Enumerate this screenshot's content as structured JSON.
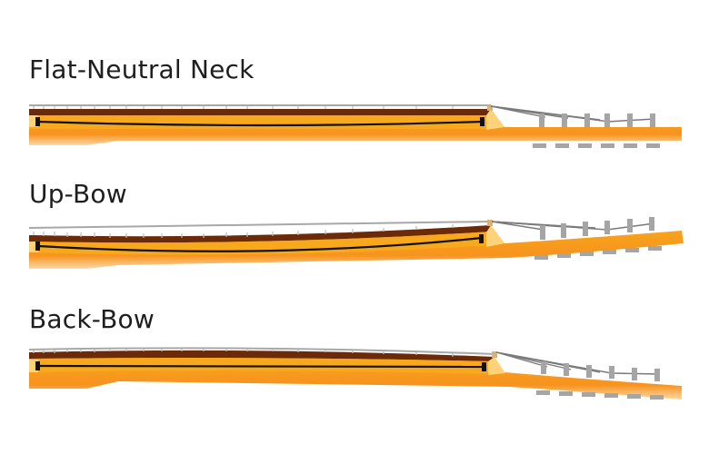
{
  "diagram": {
    "colors": {
      "background": "#ffffff",
      "title": "#1e1e1e",
      "string": "#a8a8a8",
      "string_dark": "#6e6e6e",
      "fret": "#c8c8c8",
      "fretboard": "#6b2a0a",
      "neck_light": "#f7a81c",
      "neck_body": "#f7931e",
      "neck_highlight": "#fcd27a",
      "truss_rod": "#111111",
      "nut": "#d7b27a",
      "tuner": "#a5a5a5"
    },
    "panels": [
      {
        "id": "flat",
        "title": "Flat-Neutral Neck",
        "shape": "flat"
      },
      {
        "id": "upbow",
        "title": "Up-Bow",
        "shape": "up-bow"
      },
      {
        "id": "backbow",
        "title": "Back-Bow",
        "shape": "back-bow"
      }
    ]
  }
}
